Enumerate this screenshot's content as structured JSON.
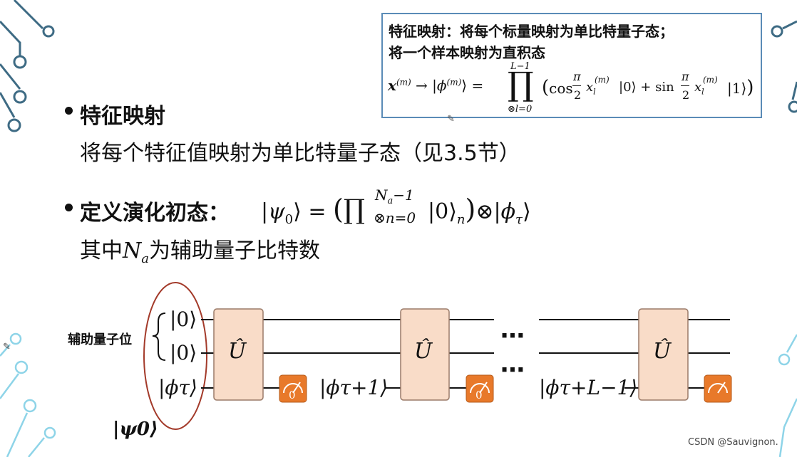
{
  "callout": {
    "line1": "特征映射：将每个标量映射为单比特量子态；",
    "line2": "将一个样本映射为直积态",
    "formula": {
      "lhs_x": "x",
      "sup_m": "(m)",
      "arrow": "→",
      "ket_phi": "|ϕ",
      "eq": "=",
      "prod": "∏",
      "prod_top": "L−1",
      "prod_bottom": "⊗l=0",
      "cos": "cos",
      "sin": "sin",
      "pi": "π",
      "two": "2",
      "x_sub_l": "l",
      "ket0": "|0⟩",
      "ket1": "|1⟩",
      "plus": "+"
    }
  },
  "bullet1": {
    "title": "特征映射",
    "body": "将每个特征值映射为单比特量子态（见3.5节）"
  },
  "bullet2": {
    "title": "定义演化初态：",
    "formula": {
      "psi0": "|ψ",
      "psi_sub": "0",
      "eq": "=",
      "prod_top": "N",
      "prod_top_sub": "a",
      "prod_top_rest": "−1",
      "prod_bottom": "⊗n=0",
      "ket0n": "|0⟩",
      "n_sub": "n",
      "tensor": "⊗",
      "phi_tau": "|ϕ",
      "tau": "τ"
    },
    "body_pre": "其中",
    "body_var": "N",
    "body_var_sub": "a",
    "body_post": "为辅助量子比特数"
  },
  "circuit": {
    "aux_label": "辅助量子位",
    "ket0": "|0⟩",
    "ket_phi_tau": "|ϕτ⟩",
    "gate_label": "Û",
    "meter_result": "0",
    "phi_tau_1": "|ϕτ+1⟩",
    "phi_tau_L": "|ϕτ+L−1⟩",
    "dots": "⋯",
    "psi0_label": "|ψ0⟩"
  },
  "credit": "CSDN @Sauvignon.",
  "colors": {
    "gate_fill": "#f9dcc8",
    "gate_stroke": "#9a7a68",
    "meter_fill": "#e8792a",
    "oval_stroke": "#a33a2a",
    "callout_border": "#5a8bb7",
    "deco_dark": "#3e6b84",
    "deco_light": "#8ed4e8"
  }
}
